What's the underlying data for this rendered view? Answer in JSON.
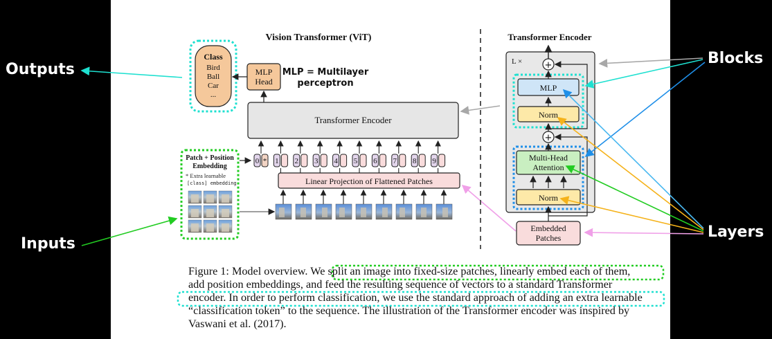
{
  "external_labels": {
    "outputs": "Outputs",
    "inputs": "Inputs",
    "blocks": "Blocks",
    "layers": "Layers"
  },
  "vit": {
    "title": "Vision Transformer (ViT)",
    "class_box": {
      "title": "Class",
      "items": [
        "Bird",
        "Ball",
        "Car",
        "..."
      ]
    },
    "mlp_head": {
      "line1": "MLP",
      "line2": "Head"
    },
    "mlp_note": {
      "line1": "MLP = Multilayer",
      "line2": "perceptron"
    },
    "transformer_encoder": "Transformer Encoder",
    "linear_projection": "Linear Projection of Flattened Patches",
    "patch_position": {
      "line1": "Patch + Position",
      "line2": "Embedding"
    },
    "extra_learnable": {
      "line1": "* Extra learnable",
      "line2": "[class] embedding"
    },
    "tokens": [
      "0",
      "1",
      "2",
      "3",
      "4",
      "5",
      "6",
      "7",
      "8",
      "9"
    ],
    "class_token_marker": "*"
  },
  "encoder": {
    "title": "Transformer Encoder",
    "repeat": "L ×",
    "mlp": "MLP",
    "norm_top": "Norm",
    "plus": "+",
    "attention": {
      "line1": "Multi-Head",
      "line2": "Attention"
    },
    "norm_bottom": "Norm",
    "embedded": {
      "line1": "Embedded",
      "line2": "Patches"
    }
  },
  "caption": {
    "lines": [
      "Figure 1: Model overview. We split an image into fixed-size patches, linearly embed each of them,",
      "add position embeddings, and feed the resulting sequence of vectors to a standard Transformer",
      "encoder. In order to perform classification, we use the standard approach of adding an extra learnable",
      "“classification token” to the sequence. The illustration of the Transformer encoder was inspired by",
      "Vaswani et al. (2017)."
    ]
  },
  "colors": {
    "cyan": "#1ee0d0",
    "green": "#22cc22",
    "blue": "#1f8fe8",
    "orange": "#f5b21a",
    "pink": "#f0a0e8",
    "gray_arrow": "#a8a8a8"
  }
}
